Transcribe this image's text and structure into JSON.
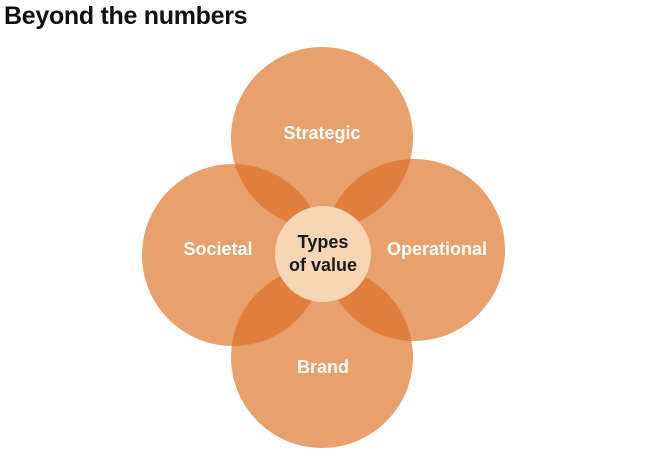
{
  "title": "Beyond the numbers",
  "diagram": {
    "center": {
      "line1": "Types",
      "line2": "of value"
    },
    "petals": {
      "top": "Strategic",
      "right": "Operational",
      "bottom": "Brand",
      "left": "Societal"
    }
  },
  "colors": {
    "petal": "#e8a06c",
    "overlap": "#e07f3e",
    "center": "#f6d6b5",
    "center_text": "#1a1a1a",
    "petal_text": "#ffffff"
  }
}
